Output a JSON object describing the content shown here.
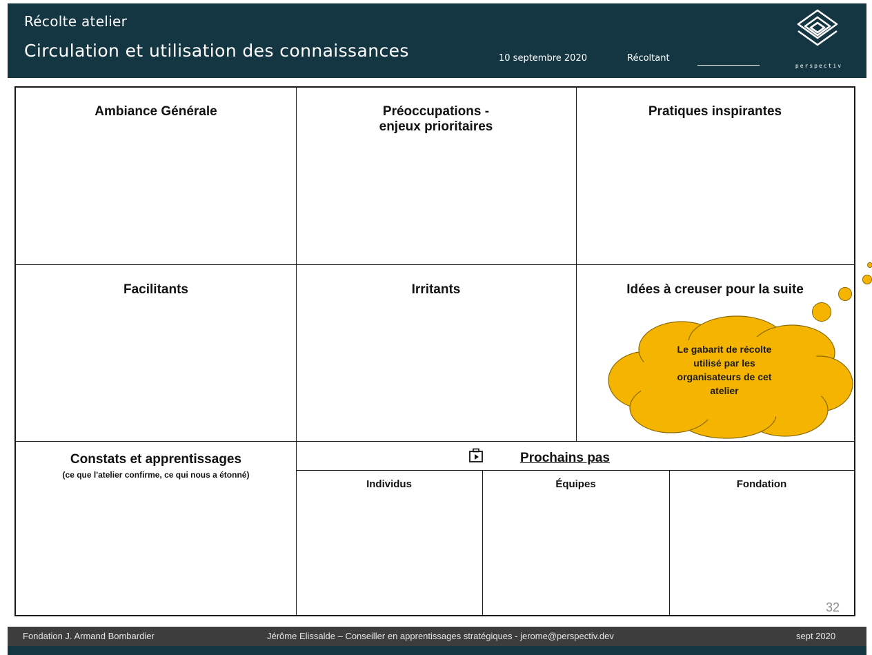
{
  "header": {
    "subtitle": "Récolte atelier",
    "title": "Circulation et utilisation des connaissances",
    "date": "10 septembre 2020",
    "recorder_label": "Récoltant",
    "logo_text": "perspectiv"
  },
  "grid": {
    "row1": [
      "Ambiance Générale",
      "Préoccupations - enjeux prioritaires",
      "Pratiques inspirantes"
    ],
    "row2": [
      "Facilitants",
      "Irritants",
      "Idées à creuser pour la suite"
    ],
    "constats": {
      "title": "Constats et apprentissages",
      "subtitle": "(ce que l'atelier confirme, ce qui nous a étonné)"
    },
    "next_steps": {
      "title": "Prochains pas",
      "columns": [
        "Individus",
        "Équipes",
        "Fondation"
      ]
    }
  },
  "callout": {
    "text_lines": [
      "Le gabarit de récolte",
      "utilisé par les",
      "organisateurs de cet",
      "atelier"
    ],
    "color": "#f5b400"
  },
  "page_number": "32",
  "footer": {
    "left": "Fondation  J. Armand Bombardier",
    "center": "Jérôme Elissalde – Conseiller en apprentissages stratégiques - jerome@perspectiv.dev",
    "right": "sept 2020"
  },
  "colors": {
    "header_bg": "#143642",
    "footer_bg": "#3d3d3d",
    "callout": "#f5b400"
  }
}
